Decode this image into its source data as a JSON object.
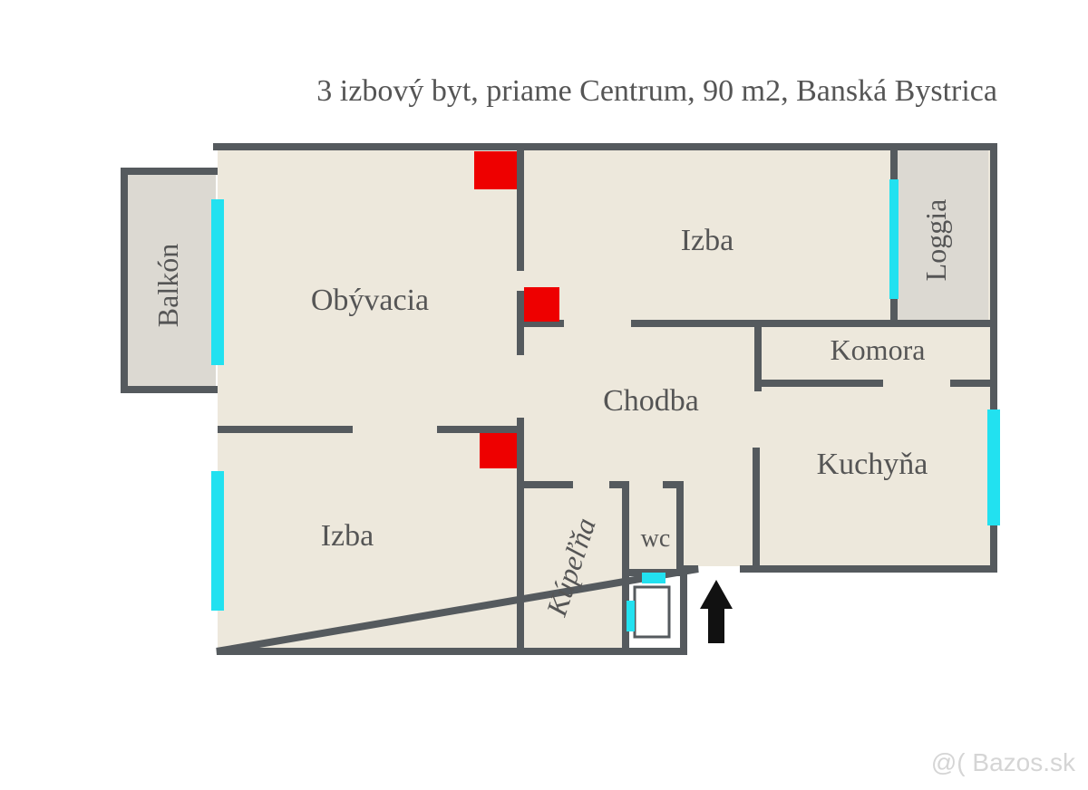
{
  "title": "3 izbový byt, priame Centrum, 90 m2, Banská Bystrica",
  "rooms": {
    "obyvacia": "Obývacia",
    "izba_top": "Izba",
    "izba_bottom": "Izba",
    "balkon": "Balkón",
    "loggia": "Loggia",
    "komora": "Komora",
    "chodba": "Chodba",
    "kuchyna": "Kuchyňa",
    "kupelna": "Kúpeľňa",
    "wc": "wc"
  },
  "watermark": "@( Bazos.sk",
  "colors": {
    "floor": "#ede8dc",
    "exterior_space": "#dcd9d2",
    "wall": "#555a5e",
    "window": "#22e1f0",
    "heater": "#ee0000",
    "entrance_arrow": "#111111"
  }
}
